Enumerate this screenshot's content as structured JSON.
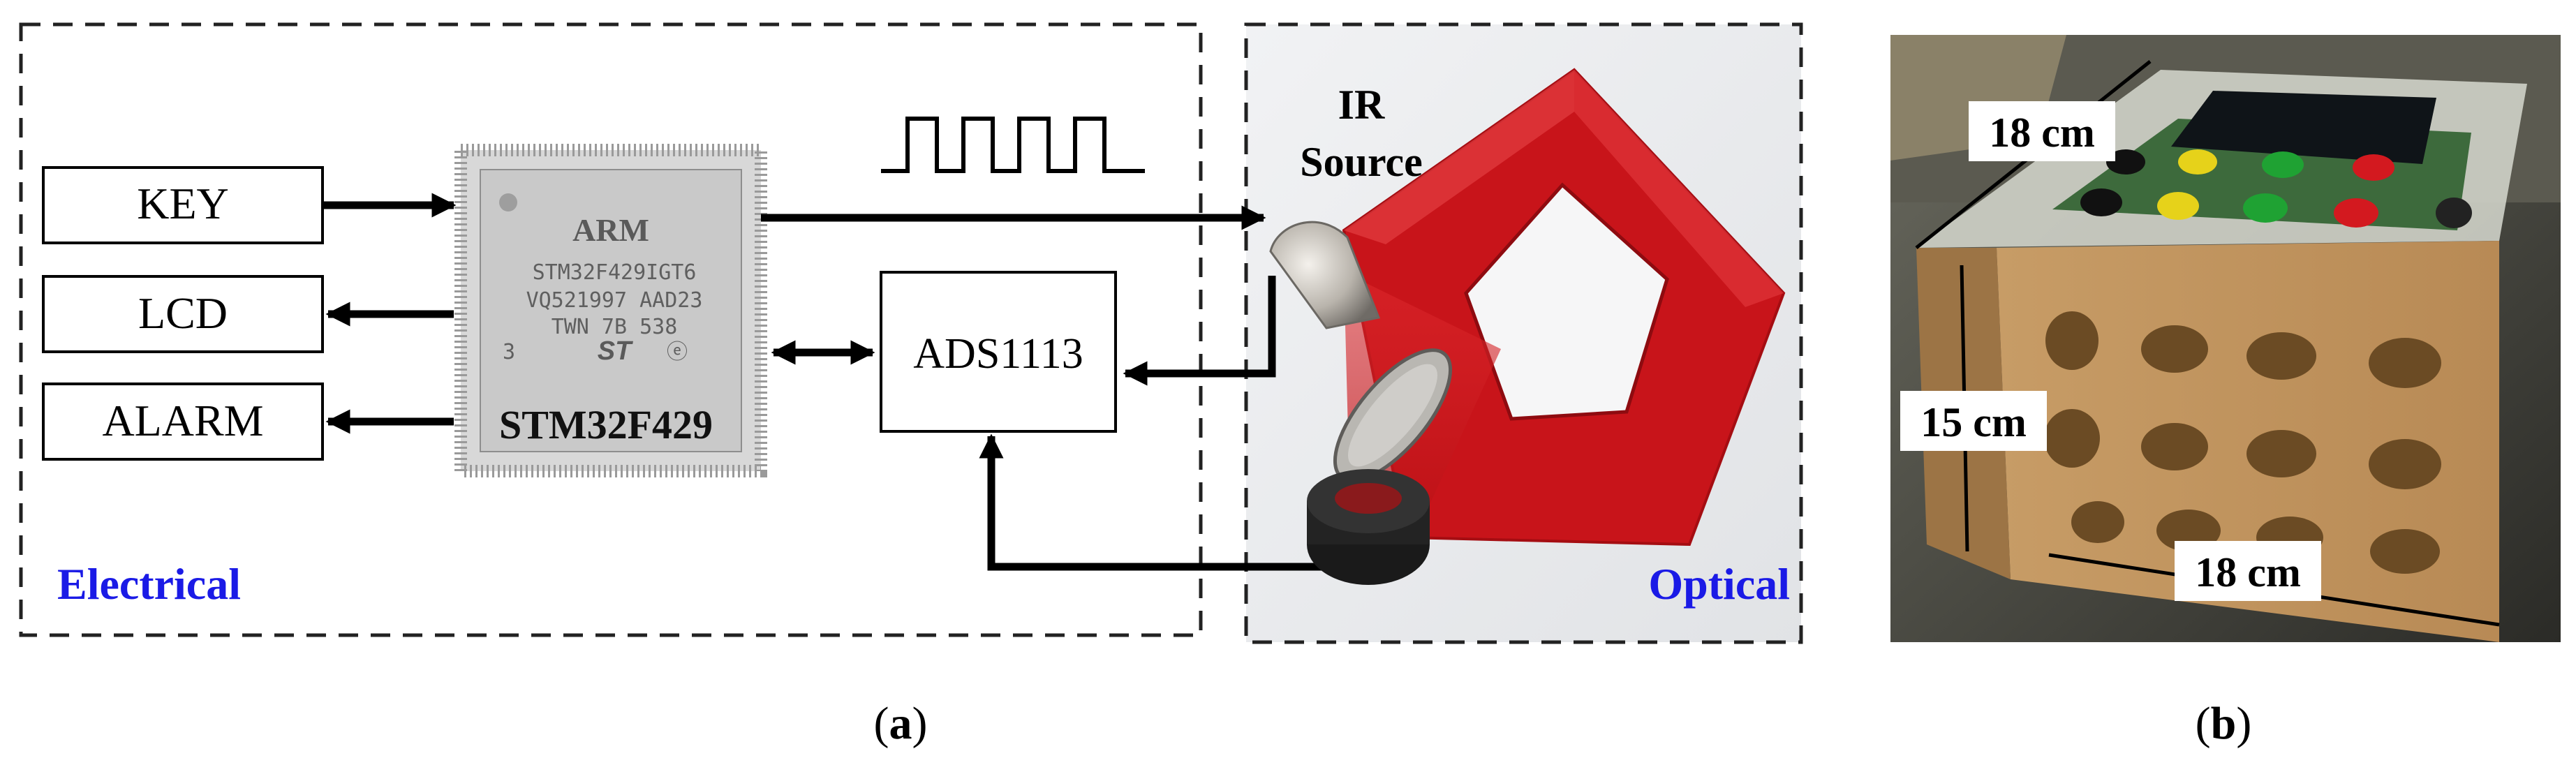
{
  "blocks": {
    "key": "KEY",
    "lcd": "LCD",
    "alarm": "ALARM",
    "adc": "ADS1113"
  },
  "mcu": {
    "brand": "ARM",
    "part_line1": "STM32F429IGT6",
    "part_line2": "VQ521997  AAD23",
    "part_line3": "TWN  7B  538",
    "part_line4": "3",
    "part_line4b": "ⓔ",
    "logo": "ST",
    "name": "STM32F429"
  },
  "labels": {
    "ir_line1": "IR",
    "ir_line2": "Source",
    "electrical": "Electrical",
    "optical": "Optical"
  },
  "photo": {
    "width_top": "18 cm",
    "height": "15 cm",
    "width_bottom": "18 cm"
  },
  "captions": {
    "a": "(a)",
    "a_letter": "a",
    "b": "(b)",
    "b_letter": "b"
  },
  "colors": {
    "label_blue": "#1a1ae6",
    "optical_red": "#cc1418",
    "chip_bg": "#cfcfcf"
  }
}
